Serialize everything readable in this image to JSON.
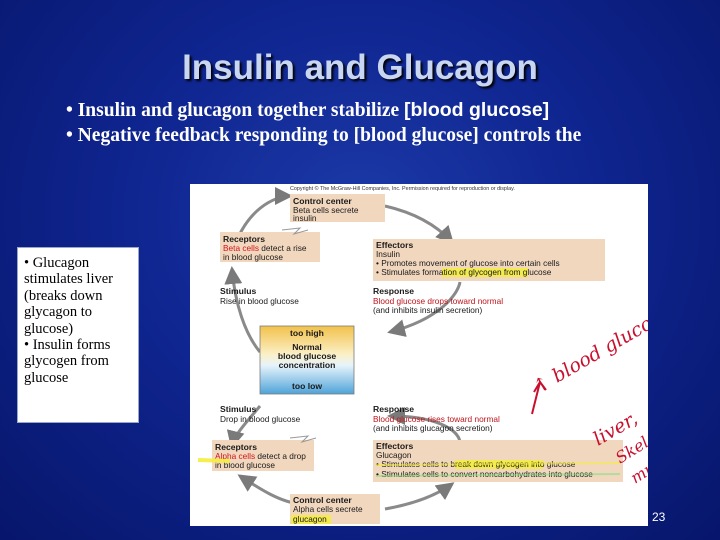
{
  "slide": {
    "title": "Insulin and Glucagon",
    "bullet1_serif": "• Insulin and glucagon together stabilize ",
    "bullet1_sans": "[blood glucose]",
    "bullet2": "• Negative feedback responding to [blood glucose] controls the",
    "page_number": "23"
  },
  "side_note": {
    "line1": "• Glucagon stimulates liver (breaks down glycagon to glucose)",
    "line2": "• Insulin forms glycogen from glucose"
  },
  "figure": {
    "copyright": "Copyright © The McGraw-Hill Companies, Inc. Permission required for reproduction or display.",
    "control_center_top": {
      "title": "Control center",
      "line1": "Beta cells secrete",
      "line2": "insulin"
    },
    "receptors_top": {
      "title": "Receptors",
      "line1a": "Beta cells",
      "line1b": " detect a rise",
      "line2": "in blood glucose"
    },
    "effectors_top": {
      "title": "Effectors",
      "line1": "Insulin",
      "line2": "• Promotes movement of glucose into certain cells",
      "line3": "• Stimulates formation of glycogen from glucose"
    },
    "stimulus_top": {
      "title": "Stimulus",
      "line1": "Rise in blood glucose"
    },
    "response_top": {
      "title": "Response",
      "line1": "Blood glucose drops toward normal",
      "line2": "(and inhibits insulin secretion)"
    },
    "center_box": {
      "too_high": "too high",
      "normal": "Normal",
      "label1": "blood glucose",
      "label2": "concentration",
      "too_low": "too low"
    },
    "stimulus_bottom": {
      "title": "Stimulus",
      "line1": "Drop in blood glucose"
    },
    "response_bottom": {
      "title": "Response",
      "line1": "Blood glucose rises toward normal",
      "line2": "(and inhibits glucagon secretion)"
    },
    "receptors_bottom": {
      "title": "Receptors",
      "line1a": "Alpha cells",
      "line1b": " detect a drop",
      "line2": "in blood glucose"
    },
    "effectors_bottom": {
      "title": "Effectors",
      "line1": "Glucagon",
      "line2": "• Stimulates cells to break down glycogen into glucose",
      "line3": "• Stimulates cells to convert noncarbohydrates into glucose"
    },
    "control_center_bottom": {
      "title": "Control center",
      "line1": "Alpha cells secrete",
      "line2": "glucagon"
    }
  },
  "annotations": {
    "blood_glucose": "↑ blood glucose",
    "liver": "liver,",
    "skeletal": "Skeletal",
    "muscle": "muscle"
  },
  "colors": {
    "box_fill": "#f2d7bf",
    "center_top": "#f2c14a",
    "center_bottom": "#4fa3d9",
    "highlight_yellow": "#f5ee3c",
    "highlight_green": "#7fe07f",
    "annotation_red": "#c8102e",
    "background_blue": "#0f2590"
  }
}
